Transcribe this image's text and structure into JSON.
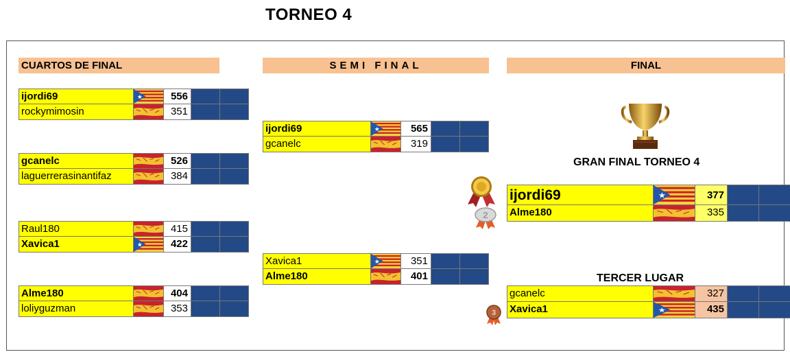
{
  "title": "TORNEO 4",
  "headers": {
    "quarter": "CUARTOS DE FINAL",
    "semi": "SEMI FINAL",
    "final": "FINAL"
  },
  "quarterfinals": [
    {
      "players": [
        {
          "name": "ijordi69",
          "flag": "catalonia-flag",
          "score": "556",
          "winner": true
        },
        {
          "name": "rockymimosin",
          "flag": "spain-flag",
          "score": "351",
          "winner": false
        }
      ]
    },
    {
      "players": [
        {
          "name": "gcanelc",
          "flag": "spain-flag",
          "score": "526",
          "winner": true
        },
        {
          "name": "laguerrerasinantifaz",
          "flag": "spain-flag",
          "score": "384",
          "winner": false
        }
      ]
    },
    {
      "players": [
        {
          "name": "Raul180",
          "flag": "spain-flag",
          "score": "415",
          "winner": false
        },
        {
          "name": "Xavica1",
          "flag": "catalonia-flag",
          "score": "422",
          "winner": true
        }
      ]
    },
    {
      "players": [
        {
          "name": "Alme180",
          "flag": "spain-flag",
          "score": "404",
          "winner": true
        },
        {
          "name": "loliyguzman",
          "flag": "spain-flag",
          "score": "353",
          "winner": false
        }
      ]
    }
  ],
  "semifinals": [
    {
      "players": [
        {
          "name": "ijordi69",
          "flag": "catalonia-flag",
          "score": "565",
          "winner": true
        },
        {
          "name": "gcanelc",
          "flag": "spain-flag",
          "score": "319",
          "winner": false
        }
      ]
    },
    {
      "players": [
        {
          "name": "Xavica1",
          "flag": "catalonia-flag",
          "score": "351",
          "winner": false
        },
        {
          "name": "Alme180",
          "flag": "spain-flag",
          "score": "401",
          "winner": true
        }
      ]
    }
  ],
  "final": {
    "label": "GRAN FINAL TORNEO 4",
    "players": [
      {
        "name": "ijordi69",
        "flag": "catalonia-flag",
        "score": "377",
        "winner": true,
        "medal": "gold-medal-icon"
      },
      {
        "name": "Alme180",
        "flag": "spain-flag",
        "score": "335",
        "winner": false,
        "medal": "silver-medal-icon"
      }
    ]
  },
  "third_place": {
    "label": "TERCER LUGAR",
    "players": [
      {
        "name": "gcanelc",
        "flag": "spain-flag",
        "score": "327",
        "winner": false
      },
      {
        "name": "Xavica1",
        "flag": "catalonia-flag",
        "score": "435",
        "winner": true,
        "medal": "bronze-medal-icon"
      }
    ]
  },
  "colors": {
    "header": "#f8c191",
    "name_bg": "#ffff00",
    "blue": "#234a86",
    "final_score": "#ffff66",
    "third_score": "#f6c4a2"
  },
  "icons": [
    "trophy-icon",
    "gold-medal-icon",
    "silver-medal-icon",
    "bronze-medal-icon",
    "catalonia-flag",
    "spain-flag"
  ]
}
